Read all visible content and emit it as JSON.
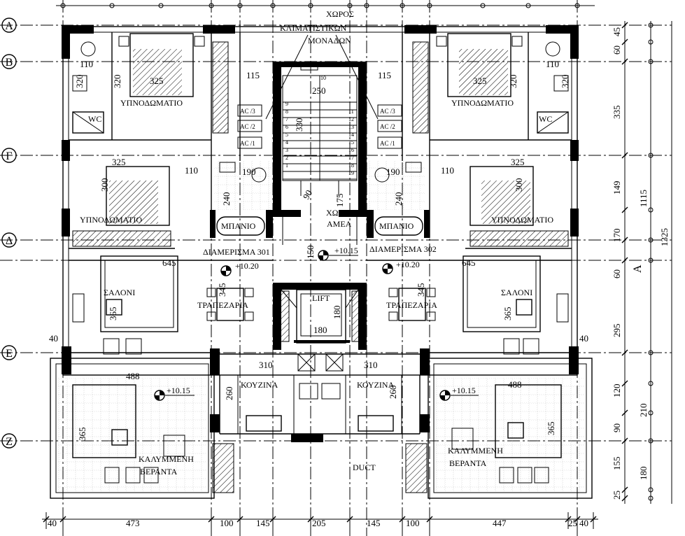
{
  "axes": {
    "rows": [
      "A",
      "B",
      "Γ",
      "Δ",
      "E",
      "Z"
    ]
  },
  "rooms": {
    "bedroom": "ΥΠΝΟΔΩΜΑΤΙΟ",
    "living": "ΣΑΛΟΝΙ",
    "dining": "ΤΡΑΠΕΖΑΡΙΑ",
    "kitchen": "ΚΟΥΖΙΝΑ",
    "bathroom": "ΜΠΑΝΙΟ",
    "wc": "WC",
    "lift": "LIFT",
    "duct": "DUCT",
    "veranda_line1": "ΚΑΛΥΜΜΕΝΗ",
    "veranda_line2": "ΒΕΡΑΝΤΑ",
    "ac_space_line1": "ΧΩΡΟΣ",
    "ac_space_line2": "ΚΛΙΜΑΤΙΣΤΙΚΩΝ",
    "ac_space_line3": "ΜΟΝΑΔΩΝ",
    "amea_line1": "ΧΩΡΟΣ",
    "amea_line2": "ΑΜΕΑ"
  },
  "apartments": {
    "left": "ΔΙΑΜΕΡΙΣΜΑ 301",
    "right": "ΔΙΑΜΕΡΙΣΜΑ 302"
  },
  "ac_units": [
    "AC /3",
    "AC /2",
    "AC /1"
  ],
  "levels": {
    "lobby": "+10.15",
    "living": "+10.20",
    "veranda": "+10.15"
  },
  "stair_numbers": [
    "10",
    "9",
    "8",
    "7",
    "6",
    "5",
    "4",
    "3",
    "2",
    "1",
    "11",
    "12",
    "13",
    "14",
    "15",
    "16",
    "17",
    "18",
    "19"
  ],
  "dims": {
    "left_wc_110": "110",
    "left_bath_320": "320",
    "left_bed1_325": "325",
    "left_bed1_320": "320",
    "ac_115": "115",
    "stair_250": "250",
    "stair_330": "330",
    "right_ac_115": "115",
    "right_bed1_325": "325",
    "right_bed1_320": "320",
    "right_wc_110": "110",
    "right_bath_320": "320",
    "left_bed2_325": "325",
    "left_corr_110": "110",
    "left_bed2_300": "300",
    "left_bath_240": "240",
    "left_bath_190": "190",
    "right_bath_190": "190",
    "right_corr_110": "110",
    "right_bed2_325": "325",
    "right_bed2_300": "300",
    "right_bath_240": "240",
    "lobby_90": "90",
    "lobby_175": "175",
    "lobby_150": "150",
    "left_living_645": "645",
    "right_living_645": "645",
    "left_dining_345": "345",
    "right_dining_345": "345",
    "left_living_365": "365",
    "right_living_365": "365",
    "lift_180v": "180",
    "lift_180h": "180",
    "left_wall_40": "40",
    "right_wall_40": "40",
    "left_kitchen_310": "310",
    "right_kitchen_310": "310",
    "left_veranda_488": "488",
    "right_veranda_488": "488",
    "left_kitchen_260": "260",
    "right_kitchen_260": "260",
    "left_veranda_365": "365",
    "right_veranda_365": "365",
    "bottom": [
      "40",
      "473",
      "100",
      "145",
      "205",
      "145",
      "100",
      "447",
      "25",
      "40"
    ],
    "right_col1": [
      "45",
      "60",
      "335",
      "149",
      "170",
      "60",
      "295",
      "120",
      "90",
      "155",
      "25"
    ],
    "right_col2": [
      "1115",
      "210",
      "180"
    ],
    "right_total": "1325",
    "right_axis_a": "A"
  }
}
